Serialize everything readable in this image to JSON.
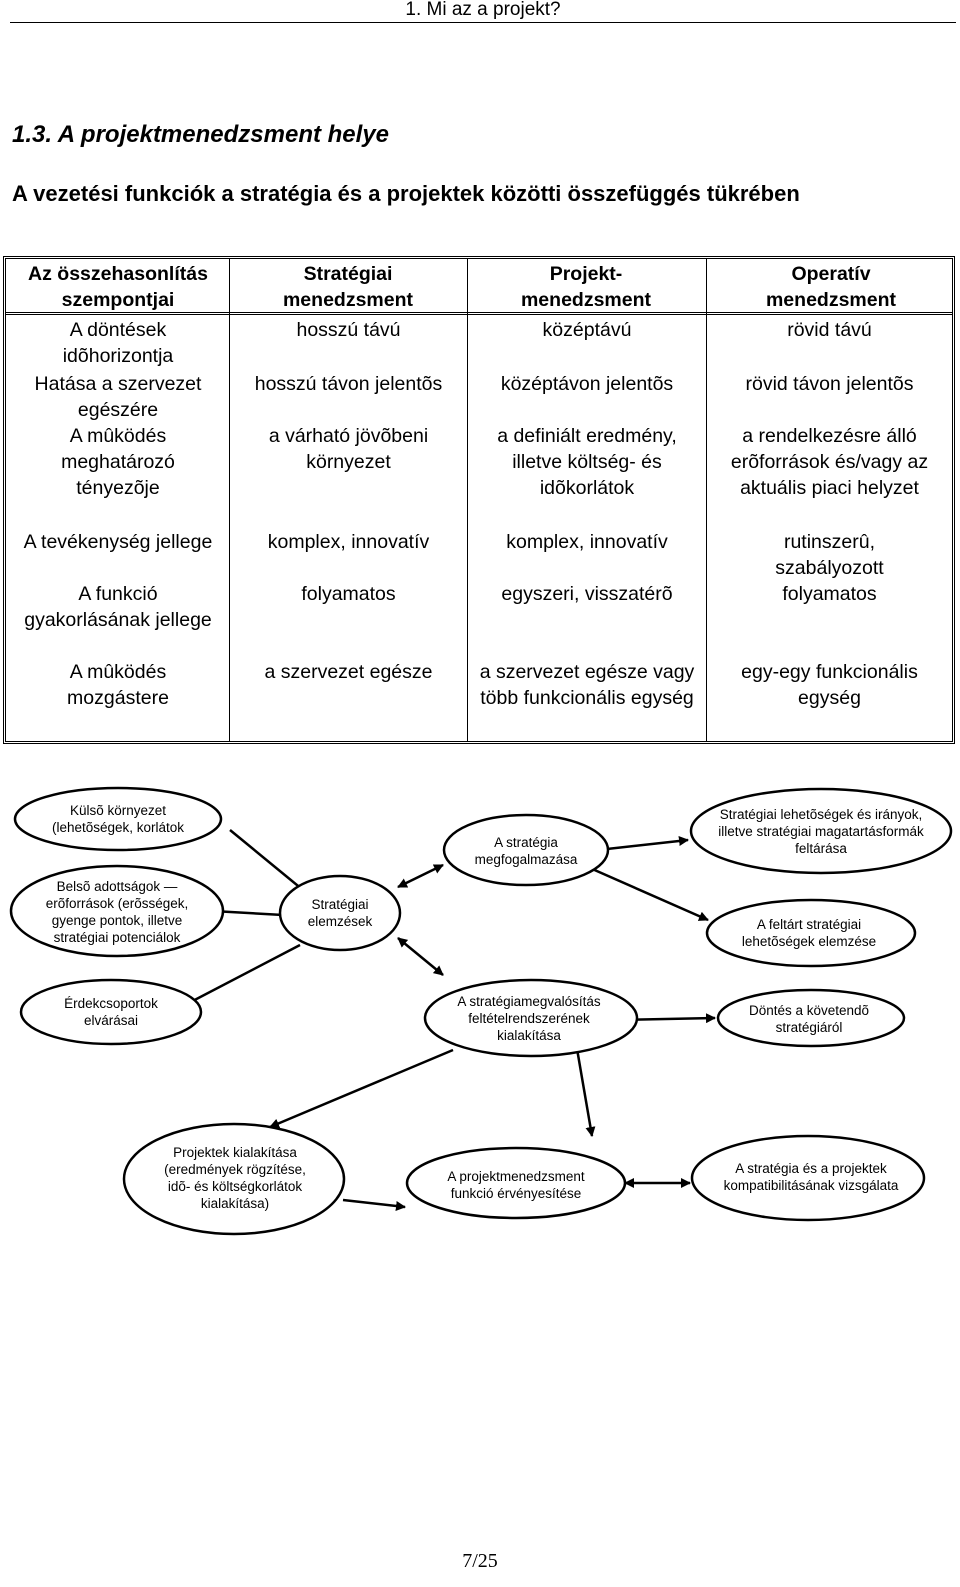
{
  "header": {
    "running_title": "1. Mi az a projekt?"
  },
  "section": {
    "title": "1.3. A projektmenedzsment helye",
    "subtitle": "A vezetési funkciók a stratégia és a projektek közötti összefüggés tükrében"
  },
  "table": {
    "header": {
      "c0": "Az összehasonlítás szempontjai",
      "c1": "Stratégiai menedzsment",
      "c2": "Projekt-menedzsment",
      "c3": "Operatív menedzsment"
    },
    "rows": [
      {
        "c0": "A döntések idõhorizontja",
        "c1": "hosszú távú",
        "c2": "középtávú",
        "c3": "rövid távú"
      },
      {
        "c0": "Hatása a szervezet egészére",
        "c1": "hosszú távon jelentõs",
        "c2": "középtávon jelentõs",
        "c3": "rövid távon jelentõs"
      },
      {
        "c0": "A mûködés meghatározó tényezõje",
        "c1": "a várható jövõbeni környezet",
        "c2": "a definiált eredmény, illetve költség- és idõkorlátok",
        "c3": "a rendelkezésre álló erõforrások és/vagy az aktuális piaci helyzet"
      },
      {
        "c0": "A tevékenység jellege",
        "c1": "komplex, innovatív",
        "c2": "komplex, innovatív",
        "c3": "rutinszerû, szabályozott"
      },
      {
        "c0": "A funkció gyakorlásának jellege",
        "c1": "folyamatos",
        "c2": "egyszeri, visszatérõ",
        "c3": "folyamatos"
      },
      {
        "c0": "A mûködés mozgástere",
        "c1": "a szervezet egésze",
        "c2": "a szervezet egésze vagy több funkcionális egység",
        "c3": "egy-egy funkcionális egység"
      }
    ]
  },
  "diagram": {
    "nodes": {
      "kulso_kornyezet": "Külsõ környezet (lehetõségek, korlátok",
      "belso_adottsagok": "Belsõ adottságok — erõforrások (erõsségek, gyenge pontok, illetve stratégiai potenciálok",
      "erdekcsoportok": "Érdekcsoportok elvárásai",
      "strategiai_elemzesek": "Stratégiai elemzések",
      "strategia_megfogalmazasa": "A stratégia megfogalmazása",
      "lehetosegek_feltarasa": "Stratégiai lehetõségek és irányok, illetve stratégiai magatartásformák feltárása",
      "lehetosegek_elemzese": "A feltárt stratégiai lehetõségek elemzése",
      "megvalositas_feltetelrendszer": "A stratégiamegvalósítás feltételrendszerének kialakítása",
      "dontes": "Döntés a követendõ stratégiáról",
      "projektek_kialakitasa": "Projektek kialakítása (eredmények rögzítése, idõ- és költségkorlátok kialakítása)",
      "projektmenedzsment_funkcio": "A projektmenedzsment funkció érvényesítése",
      "kompatibilitas": "A stratégia és a projektek kompatibilitásának vizsgálata"
    }
  },
  "footer": {
    "page_number": "7/25"
  }
}
